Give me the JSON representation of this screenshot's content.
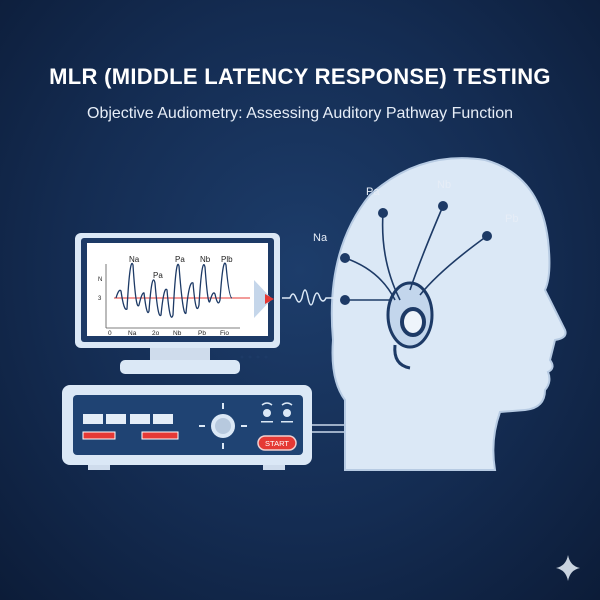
{
  "header": {
    "title": "MLR (MIDDLE LATENCY RESPONSE) TESTING",
    "subtitle": "Objective Audiometry: Assessing Auditory Pathway Function"
  },
  "monitor": {
    "peak_labels": [
      "Na",
      "Pa",
      "Pa",
      "Nb",
      "Plb"
    ],
    "y_ticks": [
      "N",
      "3"
    ],
    "x_ticks": [
      "0",
      "Na",
      "2o",
      "Nb",
      "Pb",
      "Fio"
    ]
  },
  "device": {
    "start_label": "START",
    "start_color": "#e53935"
  },
  "electrodes": {
    "labels": [
      "Pa",
      "Nb",
      "Pb",
      "Na"
    ]
  },
  "colors": {
    "background": "#142c52",
    "accent_light": "#dce8f5",
    "baseline_red": "#e53935"
  }
}
